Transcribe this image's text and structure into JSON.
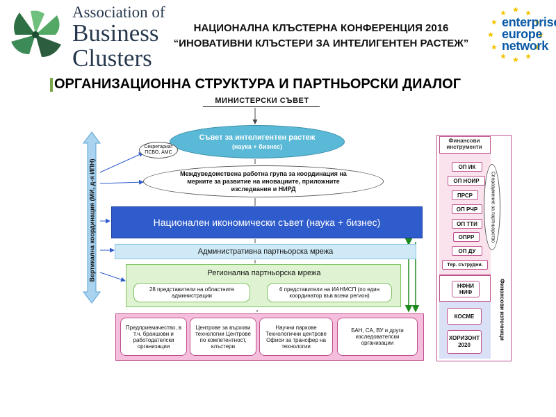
{
  "header": {
    "abc_logo": {
      "line1": "Association of",
      "line2": "Business",
      "line3": "Clusters",
      "icon": "abc-leaf-logo"
    },
    "conference_line1": "НАЦИОНАЛНА КЛЪСТЕРНА КОНФЕРЕНЦИЯ 2016",
    "conference_line2": "“ИНОВАТИВНИ КЛЪСТЕРИ ЗА ИНТЕЛИГЕНТЕН РАСТЕЖ”",
    "een_logo": {
      "line1": "enterprise",
      "line2": "europe",
      "line3": "network",
      "icon": "eu-stars-logo"
    }
  },
  "title": "ОРГАНИЗАЦИОННА СТРУКТУРА И ПАРТНЬОРСКИ ДИАЛОГ",
  "diagram": {
    "ministers": "МИНИСТЕРСКИ СЪВЕТ",
    "council": {
      "line1": "Съвет за интелигентен растеж",
      "line2": "(наука + бизнес)"
    },
    "secretariat": {
      "line1": "Секретариат",
      "line2": "ПСВО, АМС"
    },
    "working_group": "Междуведомствена работна група за координация на мерките за развитие на иновациите, приложните изследвания и НИРД",
    "national_council": "Национален икономически съвет (наука + бизнес)",
    "admin_network": "Административна партньорска мрежа",
    "regional_network": {
      "title": "Регионална партньорска мрежа",
      "rep_a": "28 представители на областните администрации",
      "rep_b": "6 представители на ИАНМСП (по един координатор във всеки регион)"
    },
    "vertical_coordination": "Вертикална координация (МИ, д-я ИПН)",
    "bottom_boxes": [
      "Предприемачество, в т.ч. браншови и работодателски организации",
      "Центрове за върхови технологии Центрове по компетентност, клъстери",
      "Научни паркове Технологични центрове Офиси за трансфер на технологии",
      "БАН, СА, ВУ и други изследователски организации"
    ]
  },
  "right_panel": {
    "financial_instruments": "Финансови инструменти",
    "ops": [
      "ОП ИК",
      "ОП НОИР",
      "ПРСР",
      "ОП РЧР",
      "ОП ТТИ",
      "ОПРР",
      "ОП ДУ"
    ],
    "territorial": "Тер. сътрудни.",
    "nfni": "НФНИ НИФ",
    "cosme": "КОСМЕ",
    "horizon": "ХОРИЗОНТ 2020",
    "partnership_agreement": "Споразумение за партньорство",
    "financial_sources": "Финансови източници"
  },
  "colors": {
    "council_fill": "#59b9d6",
    "national_council_fill": "#2f5ccc",
    "admin_fill": "#cfeaf6",
    "regional_fill": "#dff3d2",
    "bottom_fill": "#f5bedc",
    "een_blue": "#0a5aa6",
    "een_star": "#f3c400"
  }
}
